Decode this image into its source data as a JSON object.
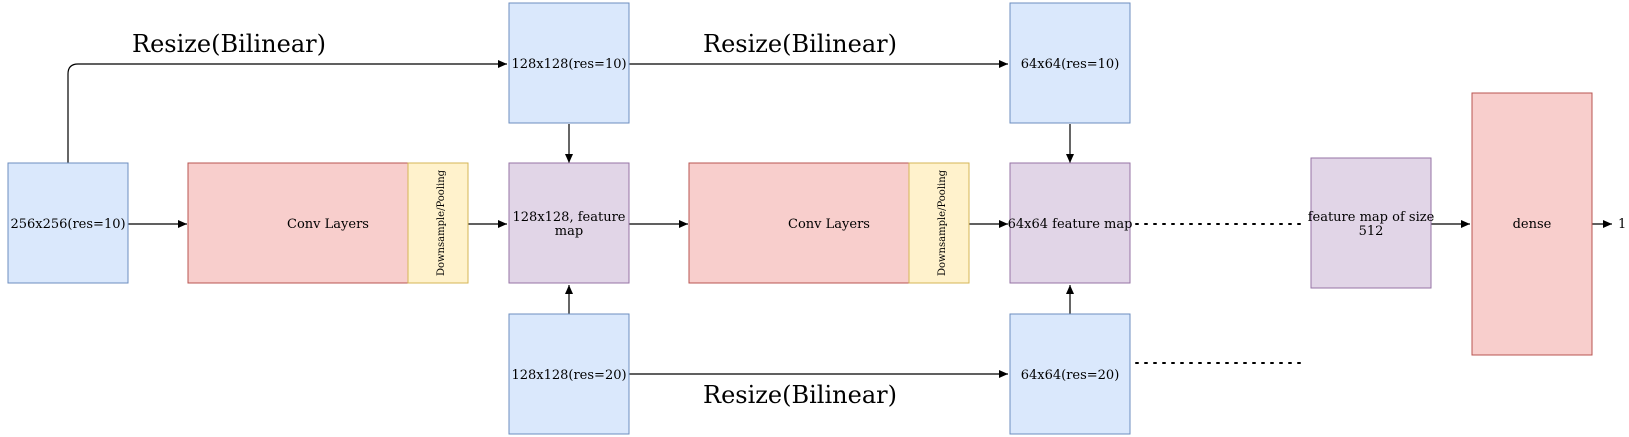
{
  "nodes": {
    "input": "256x256(res=10)",
    "conv1": "Conv Layers",
    "pool1": "Downsample/Pooling",
    "res128_10": "128x128(res=10)",
    "feat128_line1": "128x128, feature",
    "feat128_line2": "map",
    "res128_20": "128x128(res=20)",
    "conv2": "Conv Layers",
    "pool2": "Downsample/Pooling",
    "res64_10": "64x64(res=10)",
    "feat64": "64x64 feature map",
    "res64_20": "64x64(res=20)",
    "feat512_line1": "feature map of size",
    "feat512_line2": "512",
    "dense": "dense",
    "output": "1"
  },
  "edge_labels": {
    "resize_top_left": "Resize(Bilinear)",
    "resize_top_right": "Resize(Bilinear)",
    "resize_bottom": "Resize(Bilinear)"
  },
  "colors": {
    "blue_fill": "#dae8fc",
    "red_fill": "#f8cecc",
    "yellow_fill": "#fff2cc",
    "purple_fill": "#e1d5e7"
  }
}
